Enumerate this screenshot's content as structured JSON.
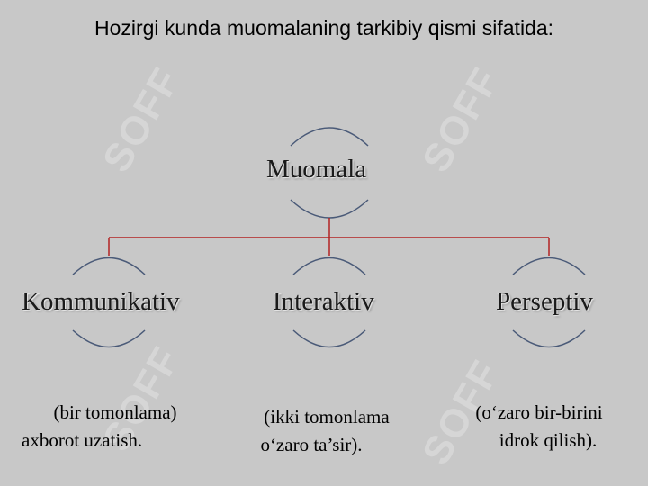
{
  "slide": {
    "title": "Hozirgi kunda muomalaning tarkibiy qismi sifatida:"
  },
  "diagram": {
    "root": {
      "label": "Muomala"
    },
    "children": [
      {
        "label": "Kommunikativ",
        "desc_line1": "(bir tomonlama)",
        "desc_line2": "axborot uzatish."
      },
      {
        "label": "Interaktiv",
        "desc_line1": "(ikki tomonlama",
        "desc_line2": "o‘zaro ta’sir)."
      },
      {
        "label": "Perseptiv",
        "desc_line1": "(o‘zaro bir-birini",
        "desc_line2": "idrok qilish)."
      }
    ],
    "connector_color": "#b22222",
    "arc_color": "#4a5a78"
  },
  "watermark": {
    "text": "SOFF"
  }
}
